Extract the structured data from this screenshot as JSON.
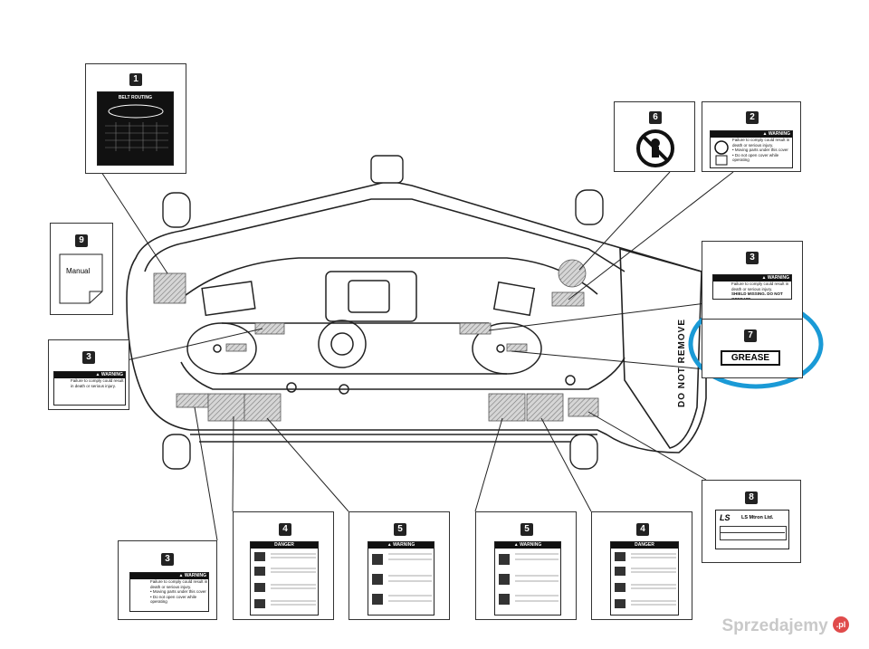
{
  "callouts": {
    "c1": {
      "number": "1",
      "title": "BELT ROUTING"
    },
    "c2": {
      "number": "2",
      "header": "▲ WARNING",
      "text": "Failure to comply could result in death or serious injury.",
      "items": [
        "• Moving parts under this cover",
        "• Do not open cover while operating"
      ]
    },
    "c3a": {
      "number": "3",
      "header": "▲ WARNING",
      "text": "Failure to comply could result in death or serious injury.",
      "sub": "SHIELD MISSING. DO NOT OPERATE"
    },
    "c3b": {
      "number": "3",
      "header": "▲ WARNING",
      "text": "Failure to comply could result in death or serious injury."
    },
    "c3c": {
      "number": "3",
      "header": "▲ WARNING",
      "text": "Failure to comply could result in death or serious injury.",
      "items": [
        "• Moving parts under this cover",
        "• Do not open cover while operating"
      ]
    },
    "c4a": {
      "number": "4",
      "header": "DANGER"
    },
    "c4b": {
      "number": "4",
      "header": "DANGER"
    },
    "c5a": {
      "number": "5",
      "header": "▲ WARNING"
    },
    "c5b": {
      "number": "5",
      "header": "▲ WARNING"
    },
    "c6": {
      "number": "6"
    },
    "c7": {
      "number": "7",
      "label": "GREASE"
    },
    "c8": {
      "number": "8",
      "logo": "LS",
      "company": "LS Mtron Ltd."
    },
    "c9": {
      "number": "9",
      "label": "Manual"
    }
  },
  "deck_text": "DO NOT REMOVE",
  "watermark": {
    "text": "Sprzedajemy",
    "suffix": ".pl"
  },
  "colors": {
    "highlight": "#1a9ad6",
    "hatch": "#888888"
  }
}
